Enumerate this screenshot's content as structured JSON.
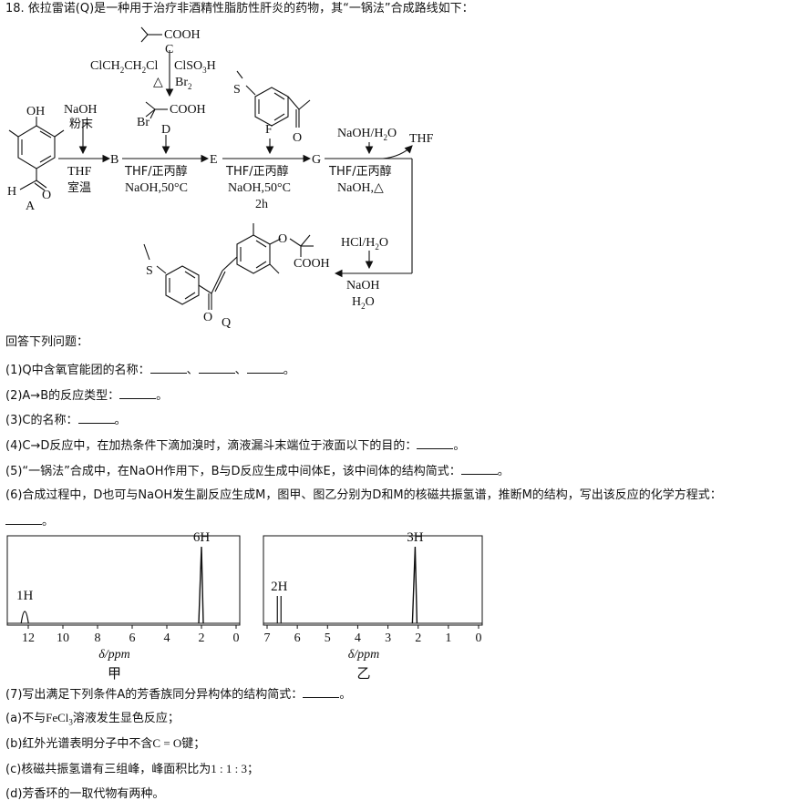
{
  "question_title": "18. 依拉雷诺(Q)是一种用于治疗非酒精性脂肪性肝炎的药物，其“一锅法”合成路线如下：",
  "scheme": {
    "compound_labels": {
      "A": "A",
      "B": "B",
      "E": "E",
      "G": "G",
      "Q": "Q",
      "C": "C",
      "D": "D",
      "F": "F"
    },
    "cooh": "COOH",
    "reagents_top": {
      "left": "ClCH",
      "cl_tail": "Cl",
      "clso3h": "ClSO",
      "h": "H",
      "delta": "△",
      "br": "Br"
    },
    "step1": {
      "above1": "NaOH",
      "above2": "粉末",
      "below1": "THF",
      "below2": "室温"
    },
    "step2": {
      "below1": "THF/正丙醇",
      "below2": "NaOH,50°C"
    },
    "step3": {
      "below1": "THF/正丙醇",
      "below2": "NaOH,50°C",
      "below3": "2h"
    },
    "step4": {
      "above": "NaOH/H",
      "above_tail": "O",
      "thf": "THF",
      "below1": "THF/正丙醇",
      "below2": "NaOH,△"
    },
    "step5": {
      "above": "HCl/H",
      "above_tail": "O",
      "below1": "NaOH",
      "below2": "H",
      "below2_tail": "O"
    },
    "atoms": {
      "oh": "OH",
      "h": "H",
      "o": "O",
      "s": "S",
      "br": "Br"
    }
  },
  "intro": "回答下列问题：",
  "q1": "(1)Q中含氧官能团的名称：",
  "q2": "(2)A→B的反应类型：",
  "q3": "(3)C的名称：",
  "q4": "(4)C→D反应中，在加热条件下滴加溴时，滴液漏斗末端位于液面以下的目的：",
  "q5": "(5)“一锅法”合成中，在NaOH作用下，B与D反应生成中间体E，该中间体的结构简式：",
  "q6": "(6)合成过程中，D也可与NaOH发生副反应生成M，图甲、图乙分别为D和M的核磁共振氢谱，推断M的结构，写出该反应的化学方程式：",
  "sep_dun": "、",
  "end_mark": "。",
  "spectrum_left": {
    "peak_labels": [
      "1H",
      "6H"
    ],
    "ticks": [
      "12",
      "10",
      "8",
      "6",
      "4",
      "2",
      "0"
    ],
    "xlabel": "δ/ppm",
    "caption": "甲"
  },
  "spectrum_right": {
    "peak_labels": [
      "2H",
      "3H"
    ],
    "ticks": [
      "7",
      "6",
      "5",
      "4",
      "3",
      "2",
      "1",
      "0"
    ],
    "xlabel": "δ/ppm",
    "caption": "乙"
  },
  "chart_data": [
    {
      "type": "line",
      "title": "",
      "xlabel": "δ/ppm",
      "xlim": [
        13,
        0
      ],
      "ticks": [
        12,
        10,
        8,
        6,
        4,
        2,
        0
      ],
      "peaks": [
        {
          "shift": 12.2,
          "integration": "1H"
        },
        {
          "shift": 2.0,
          "integration": "6H"
        }
      ]
    },
    {
      "type": "line",
      "title": "",
      "xlabel": "δ/ppm",
      "xlim": [
        7,
        0
      ],
      "ticks": [
        7,
        6,
        5,
        4,
        3,
        2,
        1,
        0
      ],
      "peaks": [
        {
          "shift": 6.6,
          "integration": "2H"
        },
        {
          "shift": 2.1,
          "integration": "3H"
        }
      ]
    }
  ],
  "q7": "(7)写出满足下列条件A的芳香族同分异构体的结构简式：",
  "cond_a_pre": "(a)不与",
  "cond_a_chem": "FeCl",
  "cond_a_sub": "3",
  "cond_a_post": "溶液发生显色反应；",
  "cond_b_pre": "(b)红外光谱表明分子中不含",
  "cond_b_chem": "C = O",
  "cond_b_post": "键；",
  "cond_c_pre": "(c)核磁共振氢谱有三组峰，峰面积比为",
  "cond_c_ratio": "1 : 1 : 3",
  "cond_c_post": "；",
  "cond_d": "(d)芳香环的一取代物有两种。"
}
